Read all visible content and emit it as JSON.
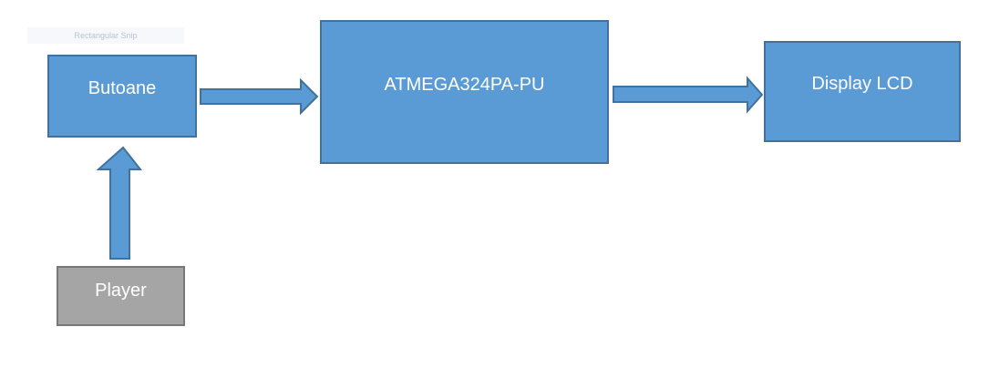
{
  "faint_label": "Rectangular Snip",
  "blocks": {
    "butoane": "Butoane",
    "atmega": "ATMEGA324PA-PU",
    "display": "Display LCD",
    "player": "Player"
  },
  "connections": [
    {
      "from": "Player",
      "to": "Butoane"
    },
    {
      "from": "Butoane",
      "to": "ATMEGA324PA-PU"
    },
    {
      "from": "ATMEGA324PA-PU",
      "to": "Display LCD"
    }
  ],
  "colors": {
    "block_fill": "#5b9bd5",
    "block_border": "#41719c",
    "player_fill": "#a5a5a5",
    "player_border": "#787878",
    "label_text": "#ffffff"
  }
}
